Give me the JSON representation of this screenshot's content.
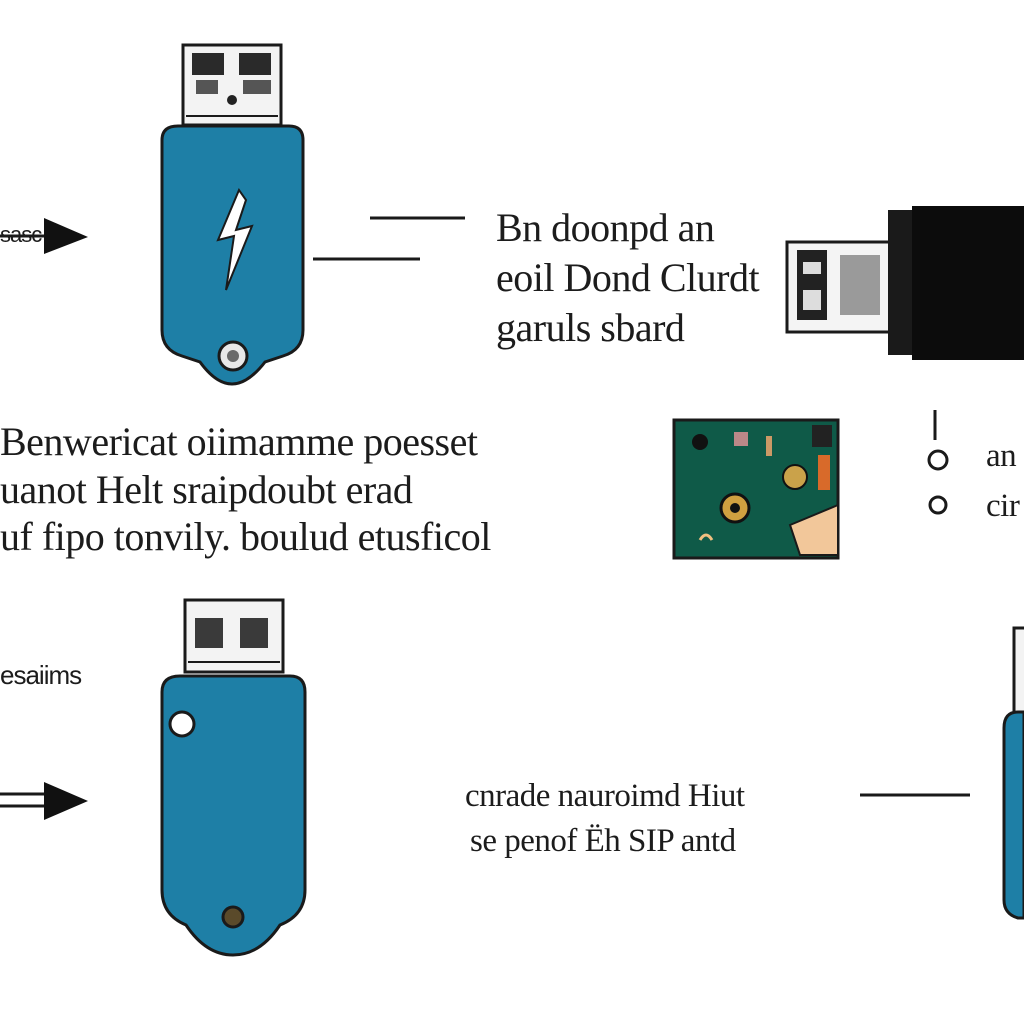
{
  "labels": {
    "left_arrow_label": "sasc",
    "top_right_text": [
      "Bn doonpd an",
      "eoil Dond Clurdt",
      "garuls sbard"
    ],
    "middle_left_text": [
      "Benwericat oiimamme poesset",
      "uanot Helt sraipdoubt erad",
      "uf fipo tonvily. boulud etusficol"
    ],
    "middle_right_text": [
      "an",
      "cir"
    ],
    "bottom_left_label": "esaiims",
    "bottom_middle_text": [
      "cnrade nauroimd Hiut",
      "se penof Ëh SIP antd"
    ]
  },
  "colors": {
    "usb_body": "#1e7fa6",
    "usb_outline": "#1a1a1a",
    "board_green": "#0f5a48",
    "dark_case": "#0c0c0c"
  },
  "icons": {
    "usb_top": "usb-drive-icon",
    "usb_bottom": "usb-drive-icon",
    "usb_right": "usb-drive-partial-icon",
    "lightning": "lightning-icon",
    "connector": "usb-connector-icon",
    "circuit": "circuit-board-icon"
  }
}
